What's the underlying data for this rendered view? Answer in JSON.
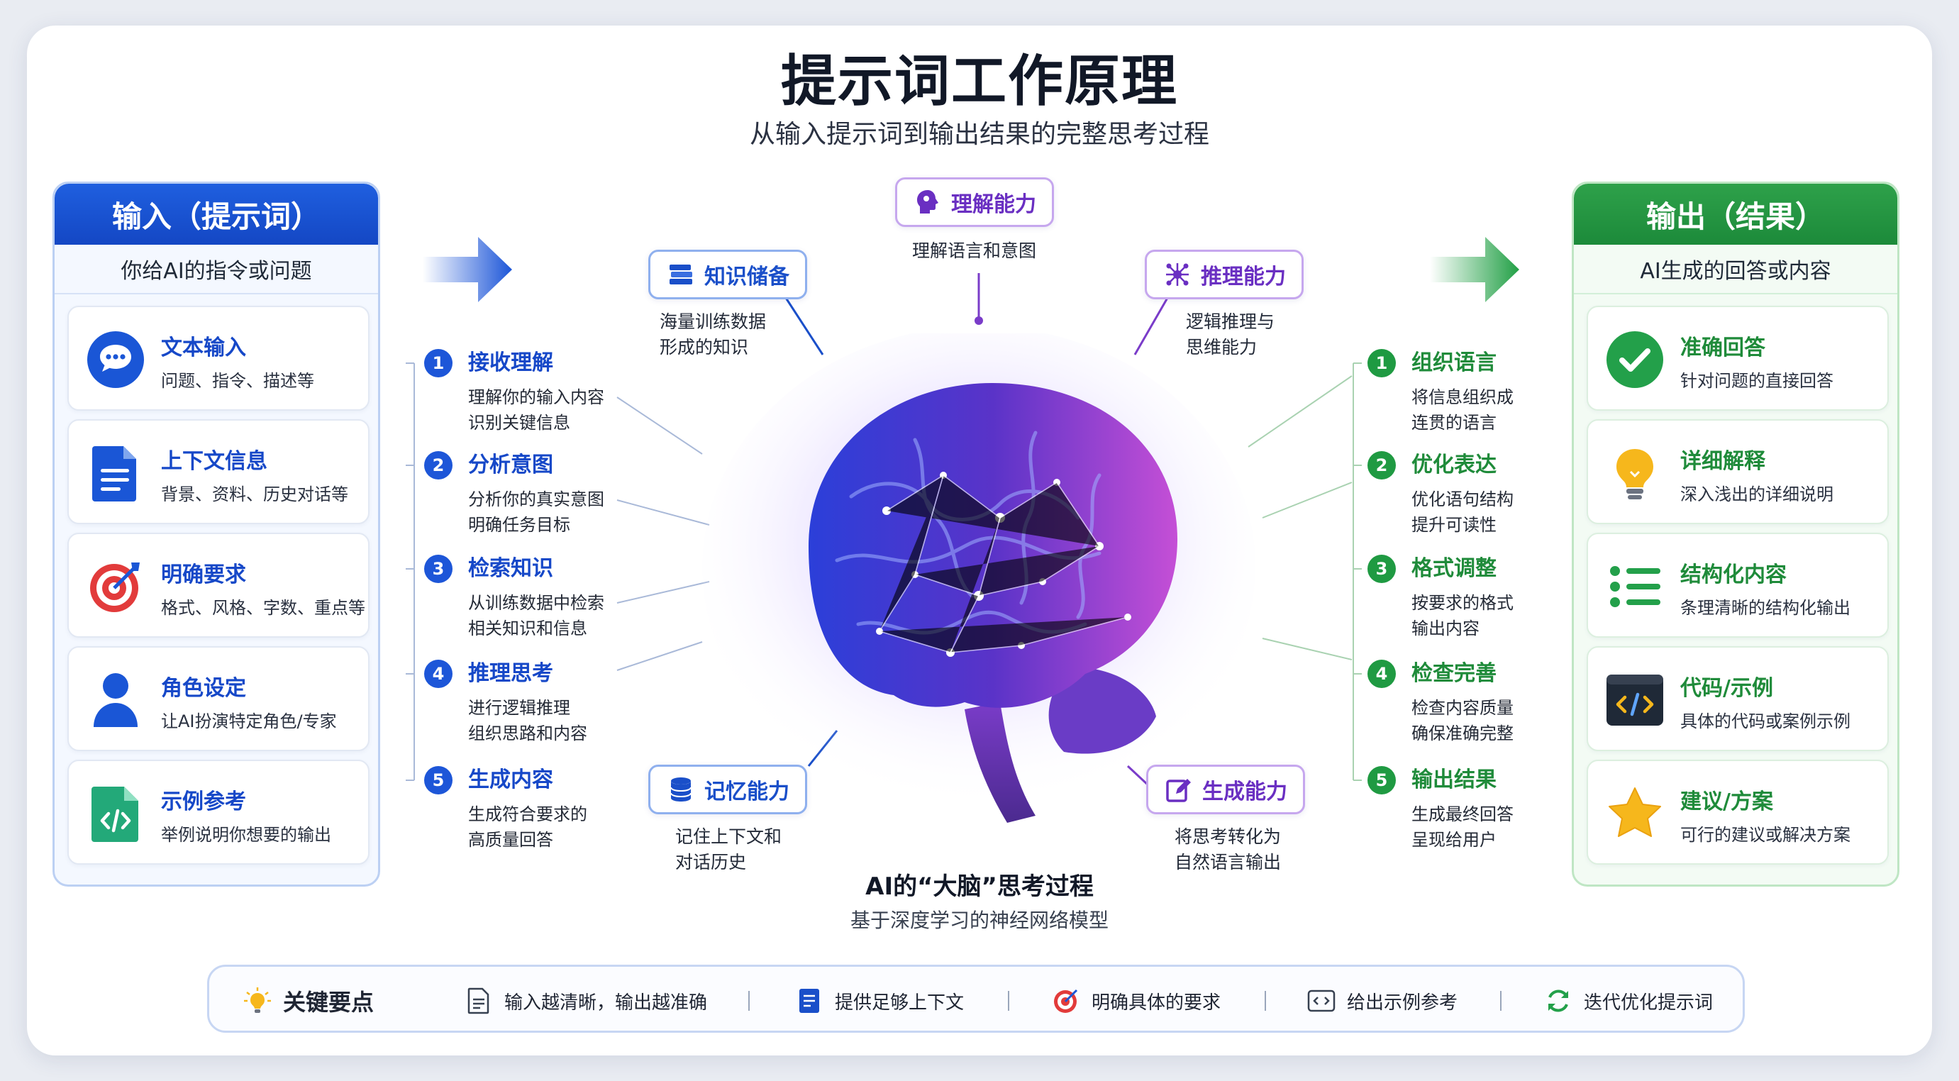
{
  "header": {
    "title": "提示词工作原理",
    "subtitle": "从输入提示词到输出结果的完整思考过程"
  },
  "input_panel": {
    "title": "输入（提示词）",
    "subtitle": "你给AI的指令或问题",
    "items": [
      {
        "title": "文本输入",
        "desc": "问题、指令、描述等",
        "icon": "chat-bubble-icon"
      },
      {
        "title": "上下文信息",
        "desc": "背景、资料、历史对话等",
        "icon": "document-icon"
      },
      {
        "title": "明确要求",
        "desc": "格式、风格、字数、重点等",
        "icon": "target-icon"
      },
      {
        "title": "角色设定",
        "desc": "让AI扮演特定角色/专家",
        "icon": "person-icon"
      },
      {
        "title": "示例参考",
        "desc": "举例说明你想要的输出",
        "icon": "code-file-icon"
      }
    ]
  },
  "output_panel": {
    "title": "输出（结果）",
    "subtitle": "AI生成的回答或内容",
    "items": [
      {
        "title": "准确回答",
        "desc": "针对问题的直接回答",
        "icon": "check-circle-icon"
      },
      {
        "title": "详细解释",
        "desc": "深入浅出的详细说明",
        "icon": "lightbulb-icon"
      },
      {
        "title": "结构化内容",
        "desc": "条理清晰的结构化输出",
        "icon": "list-icon"
      },
      {
        "title": "代码/示例",
        "desc": "具体的代码或案例示例",
        "icon": "code-window-icon"
      },
      {
        "title": "建议/方案",
        "desc": "可行的建议或解决方案",
        "icon": "star-icon"
      }
    ]
  },
  "process_steps": [
    {
      "num": "1",
      "title": "接收理解",
      "line1": "理解你的输入内容",
      "line2": "识别关键信息"
    },
    {
      "num": "2",
      "title": "分析意图",
      "line1": "分析你的真实意图",
      "line2": "明确任务目标"
    },
    {
      "num": "3",
      "title": "检索知识",
      "line1": "从训练数据中检索",
      "line2": "相关知识和信息"
    },
    {
      "num": "4",
      "title": "推理思考",
      "line1": "进行逻辑推理",
      "line2": "组织思路和内容"
    },
    {
      "num": "5",
      "title": "生成内容",
      "line1": "生成符合要求的",
      "line2": "高质量回答"
    }
  ],
  "output_steps": [
    {
      "num": "1",
      "title": "组织语言",
      "line1": "将信息组织成",
      "line2": "连贯的语言"
    },
    {
      "num": "2",
      "title": "优化表达",
      "line1": "优化语句结构",
      "line2": "提升可读性"
    },
    {
      "num": "3",
      "title": "格式调整",
      "line1": "按要求的格式",
      "line2": "输出内容"
    },
    {
      "num": "4",
      "title": "检查完善",
      "line1": "检查内容质量",
      "line2": "确保准确完整"
    },
    {
      "num": "5",
      "title": "输出结果",
      "line1": "生成最终回答",
      "line2": "呈现给用户"
    }
  ],
  "capabilities": {
    "understanding": {
      "label": "理解能力",
      "line1": "理解语言和意图"
    },
    "knowledge": {
      "label": "知识储备",
      "line1": "海量训练数据",
      "line2": "形成的知识"
    },
    "reasoning": {
      "label": "推理能力",
      "line1": "逻辑推理与",
      "line2": "思维能力"
    },
    "memory": {
      "label": "记忆能力",
      "line1": "记住上下文和",
      "line2": "对话历史"
    },
    "generation": {
      "label": "生成能力",
      "line1": "将思考转化为",
      "line2": "自然语言输出"
    }
  },
  "brain": {
    "caption": "AI的“大脑”思考过程",
    "subcaption": "基于深度学习的神经网络模型"
  },
  "key_points": {
    "label": "关键要点",
    "tips": [
      "输入越清晰，输出越准确",
      "提供足够上下文",
      "明确具体的要求",
      "给出示例参考",
      "迭代优化提示词"
    ]
  },
  "colors": {
    "input_blue": "#1648c8",
    "output_green": "#1f8b3a",
    "capability_purple": "#6a2fc2"
  }
}
